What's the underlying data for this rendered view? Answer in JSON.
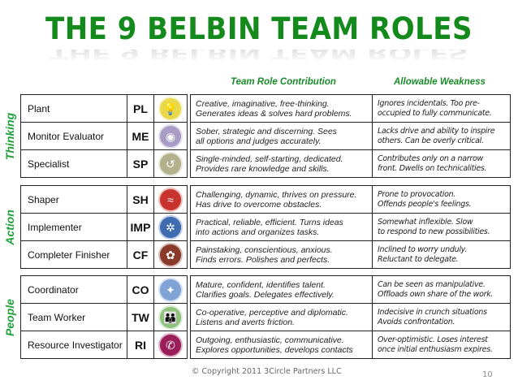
{
  "title": "THE 9 BELBIN TEAM ROLES",
  "columns": {
    "contribution": "Team Role Contribution",
    "weakness": "Allowable Weakness"
  },
  "groups": [
    {
      "label": "Thinking",
      "roles": [
        {
          "name": "Plant",
          "code": "PL",
          "icon": "lightbulb-icon",
          "icon_color": "#e8d84a",
          "glyph": "💡",
          "contribution": [
            "Creative, imaginative, free-thinking.",
            "Generates ideas & solves hard problems."
          ],
          "weakness": [
            "Ignores incidentals. Too pre-",
            "occupied  to fully communicate."
          ]
        },
        {
          "name": "Monitor Evaluator",
          "code": "ME",
          "icon": "eye-icon",
          "icon_color": "#a99cc4",
          "glyph": "◉",
          "contribution": [
            "Sober, strategic and discerning. Sees",
            "all options and judges accurately."
          ],
          "weakness": [
            "Lacks drive and ability to inspire",
            "others. Can be overly critical."
          ]
        },
        {
          "name": "Specialist",
          "code": "SP",
          "icon": "specialist-icon",
          "icon_color": "#b3b08c",
          "glyph": "↺",
          "contribution": [
            "Single-minded, self-starting, dedicated.",
            "Provides rare knowledge and skills."
          ],
          "weakness": [
            "Contributes only on a narrow",
            "front. Dwells on technicalities."
          ]
        }
      ]
    },
    {
      "label": "Action",
      "roles": [
        {
          "name": "Shaper",
          "code": "SH",
          "icon": "shaper-icon",
          "icon_color": "#c8332e",
          "glyph": "≈",
          "contribution": [
            "Challenging, dynamic, thrives on pressure.",
            "Has drive to overcome obstacles."
          ],
          "weakness": [
            "Prone to provocation.",
            "Offends people's feelings."
          ]
        },
        {
          "name": "Implementer",
          "code": "IMP",
          "icon": "gears-icon",
          "icon_color": "#3f6bb0",
          "glyph": "✲",
          "contribution": [
            "Practical, reliable, efficient. Turns ideas",
            "into actions and organizes tasks."
          ],
          "weakness": [
            "Somewhat inflexible. Slow",
            "to respond to new possibilities."
          ]
        },
        {
          "name": "Completer Finisher",
          "code": "CF",
          "icon": "completer-icon",
          "icon_color": "#8a3a2a",
          "glyph": "✿",
          "contribution": [
            "Painstaking, conscientious, anxious.",
            "Finds errors. Polishes and perfects."
          ],
          "weakness": [
            "Inclined to worry unduly.",
            "Reluctant to delegate."
          ]
        }
      ]
    },
    {
      "label": "People",
      "roles": [
        {
          "name": "Coordinator",
          "code": "CO",
          "icon": "person-arms-up-icon",
          "icon_color": "#7ea3d4",
          "glyph": "✦",
          "contribution": [
            "Mature, confident, identifies talent.",
            "Clarifies goals. Delegates effectively."
          ],
          "weakness": [
            "Can be seen as manipulative.",
            "Offloads own share of the work."
          ]
        },
        {
          "name": "Team Worker",
          "code": "TW",
          "icon": "people-icon",
          "icon_color": "#8fc27a",
          "glyph": "👪",
          "contribution": [
            "Co-operative, perceptive and diplomatic.",
            "Listens and averts friction."
          ],
          "weakness": [
            "Indecisive in crunch situations",
            "Avoids confrontation."
          ]
        },
        {
          "name": "Resource Investigator",
          "code": "RI",
          "icon": "phone-icon",
          "icon_color": "#9a1e5a",
          "glyph": "✆",
          "contribution": [
            "Outgoing, enthusiastic, communicative.",
            "Explores opportunities, develops contacts"
          ],
          "weakness": [
            "Over-optimistic. Loses interest",
            " once initial enthusiasm expires."
          ]
        }
      ]
    }
  ],
  "footer": {
    "copyright": "© Copyright 2011  3Circle Partners LLC",
    "page_number": "10"
  }
}
